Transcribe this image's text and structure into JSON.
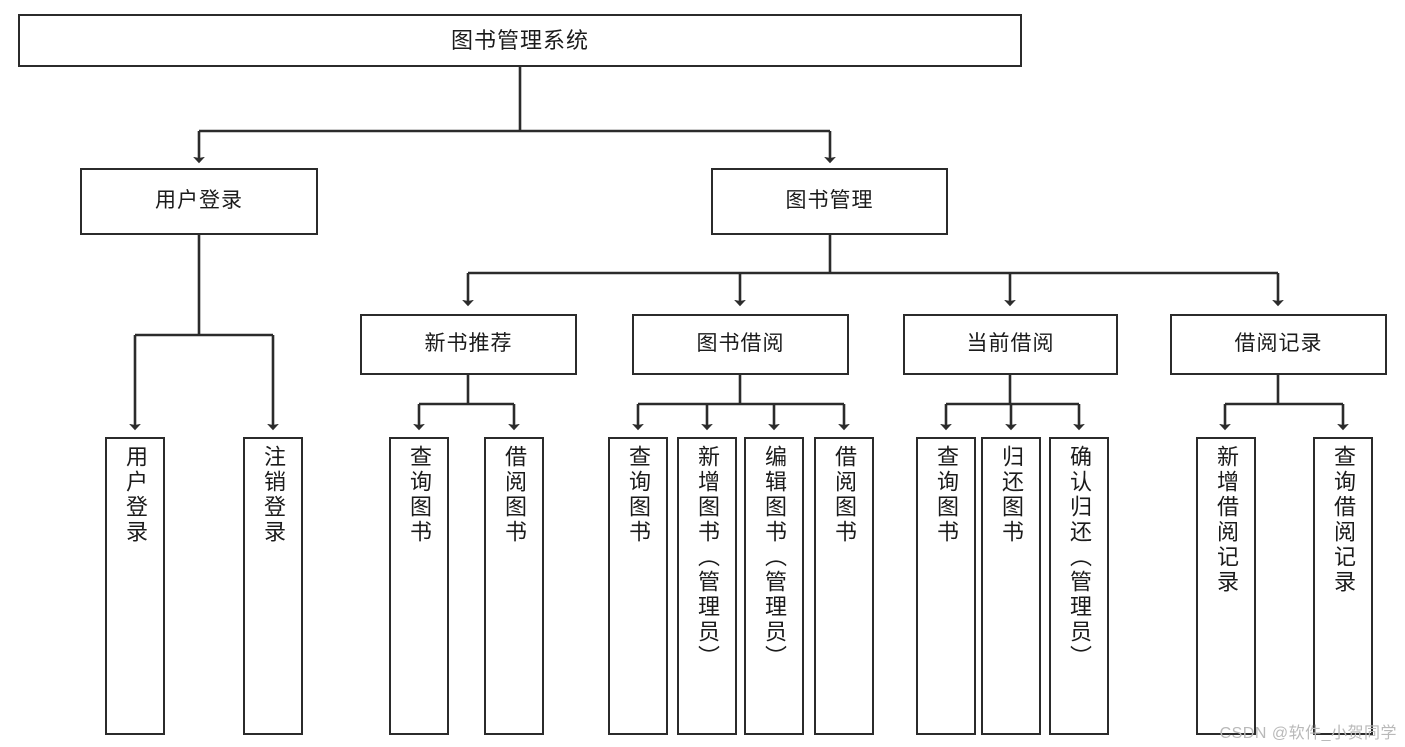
{
  "diagram": {
    "title": "图书管理系统",
    "type": "tree-hierarchy-diagram",
    "colors": {
      "box_border": "#2b2b2b",
      "box_fill": "#ffffff",
      "connector": "#2b2b2b",
      "text": "#1b1b1b",
      "watermark": "#b9b9b9"
    },
    "levels": {
      "root": {
        "label": "图书管理系统"
      },
      "level2": [
        {
          "id": "user-login",
          "label": "用户登录"
        },
        {
          "id": "book-manage",
          "label": "图书管理"
        }
      ],
      "level3": [
        {
          "id": "new-book-rec",
          "label": "新书推荐"
        },
        {
          "id": "book-borrow",
          "label": "图书借阅"
        },
        {
          "id": "current-borrow",
          "label": "当前借阅"
        },
        {
          "id": "borrow-record",
          "label": "借阅记录"
        }
      ],
      "leaves": {
        "user_login": [
          {
            "id": "leaf-user-login",
            "label": "用户登录"
          },
          {
            "id": "leaf-user-logout",
            "label": "注销登录"
          }
        ],
        "new_book_rec": [
          {
            "id": "leaf-query-book-1",
            "label": "查询图书"
          },
          {
            "id": "leaf-borrow-book-1",
            "label": "借阅图书"
          }
        ],
        "book_borrow": [
          {
            "id": "leaf-query-book-2",
            "label": "查询图书"
          },
          {
            "id": "leaf-add-book",
            "label": "新增图书（管理员）"
          },
          {
            "id": "leaf-edit-book",
            "label": "编辑图书（管理员）"
          },
          {
            "id": "leaf-borrow-book-2",
            "label": "借阅图书"
          }
        ],
        "current_borrow": [
          {
            "id": "leaf-query-book-3",
            "label": "查询图书"
          },
          {
            "id": "leaf-return-book",
            "label": "归还图书"
          },
          {
            "id": "leaf-confirm-return",
            "label": "确认归还（管理员）"
          }
        ],
        "borrow_record": [
          {
            "id": "leaf-add-record",
            "label": "新增借阅记录"
          },
          {
            "id": "leaf-query-record",
            "label": "查询借阅记录"
          }
        ]
      }
    },
    "watermark": "CSDN @软件_小贺同学"
  }
}
